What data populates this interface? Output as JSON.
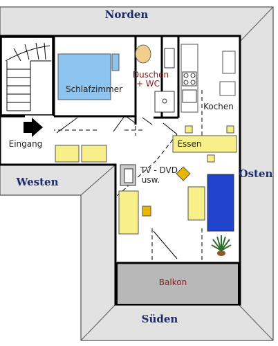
{
  "compass": {
    "north": "Norden",
    "south": "Süden",
    "west": "Westen",
    "east": "Osten"
  },
  "rooms": {
    "bedroom": "Schlafzimmer",
    "bathroom_line1": "Duschen",
    "bathroom_line2": "+ WC",
    "kitchen": "Kochen",
    "dining": "Essen",
    "tv_line1": "TV - DVD",
    "tv_line2": "usw.",
    "entrance": "Eingang",
    "balcony": "Balkon"
  },
  "colors": {
    "roof": "#e2e2e2",
    "floor": "#ffffff",
    "wall": "#000000",
    "bed_blue": "#8ec4f0",
    "sofa_blue": "#2244cc",
    "furniture_yellow": "#f7f08a",
    "accent_orange": "#e8b800",
    "balcony_gray": "#b8b8b8",
    "compass_text": "#1a2a6c",
    "bathroom_text": "#8b1a1a"
  }
}
